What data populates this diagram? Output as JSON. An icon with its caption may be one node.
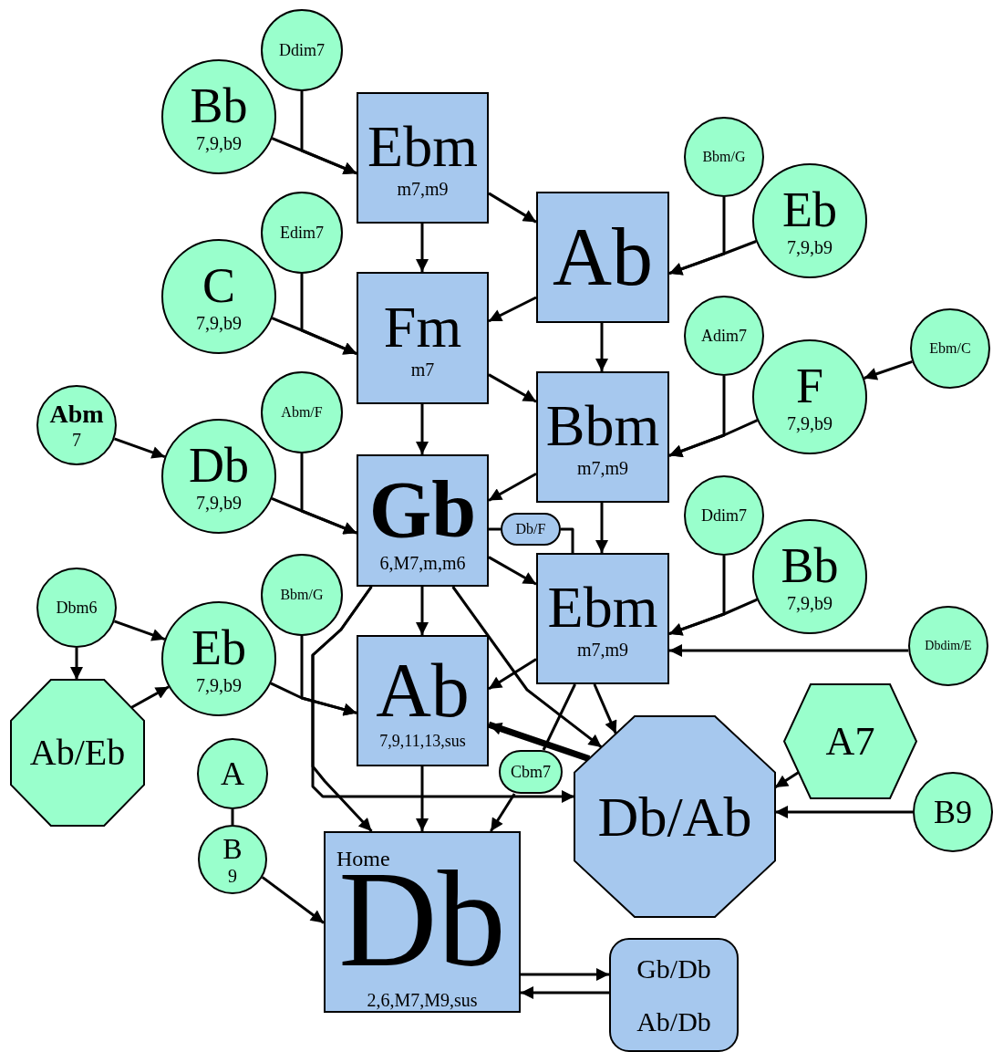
{
  "diagram": {
    "nodes": [
      {
        "text": [
          "Ddim7"
        ]
      },
      {
        "text": [
          "Bb",
          "7,9,b9"
        ]
      },
      {
        "text": [
          "Ebm",
          "m7,m9"
        ]
      },
      {
        "text": [
          "Ab"
        ]
      },
      {
        "text": [
          "Edim7"
        ]
      },
      {
        "text": [
          "C",
          "7,9,b9"
        ]
      },
      {
        "text": [
          "Fm",
          "m7"
        ]
      },
      {
        "text": [
          "Abm",
          "7"
        ]
      },
      {
        "text": [
          "Abm/F"
        ]
      },
      {
        "text": [
          "Db",
          "7,9,b9"
        ]
      },
      {
        "text": [
          "Gb",
          "6,M7,m,m6"
        ]
      },
      {
        "text": [
          "Dbm6"
        ]
      },
      {
        "text": [
          "Bbm/G"
        ]
      },
      {
        "text": [
          "Eb",
          "7,9,b9"
        ]
      },
      {
        "text": [
          "Ab/Eb"
        ]
      },
      {
        "text": [
          "Ab",
          "7,9,11,13,sus"
        ]
      },
      {
        "text": [
          "A"
        ]
      },
      {
        "text": [
          "B",
          "9"
        ]
      },
      {
        "text": [
          "Home",
          "Db",
          "2,6,M7,M9,sus"
        ]
      },
      {
        "text": [
          "Bbm/G"
        ]
      },
      {
        "text": [
          "Eb",
          "7,9,b9"
        ]
      },
      {
        "text": [
          "Adim7"
        ]
      },
      {
        "text": [
          "F",
          "7,9,b9"
        ]
      },
      {
        "text": [
          "Ebm/C"
        ]
      },
      {
        "text": [
          "Bbm",
          "m7,m9"
        ]
      },
      {
        "text": [
          "Db/F"
        ]
      },
      {
        "text": [
          "Ddim7"
        ]
      },
      {
        "text": [
          "Bb",
          "7,9,b9"
        ]
      },
      {
        "text": [
          "Ebm",
          "m7,m9"
        ]
      },
      {
        "text": [
          "Dbdim/E"
        ]
      },
      {
        "text": [
          "A7"
        ]
      },
      {
        "text": [
          "Cbm7"
        ]
      },
      {
        "text": [
          "Db/Ab"
        ]
      },
      {
        "text": [
          "B9"
        ]
      },
      {
        "text": [
          "Gb/Db",
          "Ab/Db"
        ]
      }
    ],
    "edges": [
      {
        "from": 0,
        "to": 2,
        "arrow": "to"
      },
      {
        "from": 1,
        "to": 2,
        "arrow": "to"
      },
      {
        "from": 2,
        "to": 3,
        "arrow": "to"
      },
      {
        "from": 2,
        "to": 6,
        "arrow": "to"
      },
      {
        "from": 3,
        "to": 6,
        "arrow": "to"
      },
      {
        "from": 3,
        "to": 24,
        "arrow": "to"
      },
      {
        "from": 4,
        "to": 6,
        "arrow": "to"
      },
      {
        "from": 5,
        "to": 6,
        "arrow": "to"
      },
      {
        "from": 6,
        "to": 24,
        "arrow": "to"
      },
      {
        "from": 6,
        "to": 10,
        "arrow": "to"
      },
      {
        "from": 24,
        "to": 10,
        "arrow": "to"
      },
      {
        "from": 24,
        "to": 28,
        "arrow": "to"
      },
      {
        "from": 7,
        "to": 9,
        "arrow": "to"
      },
      {
        "from": 8,
        "to": 10,
        "arrow": "to"
      },
      {
        "from": 9,
        "to": 10,
        "arrow": "to"
      },
      {
        "from": 10,
        "to": 25,
        "arrow": "none"
      },
      {
        "from": 25,
        "to": 28,
        "arrow": "none"
      },
      {
        "from": 10,
        "to": 28,
        "arrow": "to"
      },
      {
        "from": 10,
        "to": 15,
        "arrow": "to"
      },
      {
        "from": 10,
        "to": 32,
        "arrow": "to"
      },
      {
        "from": 10,
        "to": 32,
        "arrow": "to"
      },
      {
        "from": 10,
        "to": 18,
        "arrow": "to"
      },
      {
        "from": 28,
        "to": 15,
        "arrow": "to"
      },
      {
        "from": 28,
        "to": 32,
        "arrow": "to"
      },
      {
        "from": 28,
        "to": 31,
        "arrow": "none"
      },
      {
        "from": 32,
        "to": 15,
        "arrow": "to",
        "style": "thick"
      },
      {
        "from": 31,
        "to": 18,
        "arrow": "to"
      },
      {
        "from": 15,
        "to": 18,
        "arrow": "to"
      },
      {
        "from": 12,
        "to": 15,
        "arrow": "to"
      },
      {
        "from": 13,
        "to": 15,
        "arrow": "to"
      },
      {
        "from": 11,
        "to": 13,
        "arrow": "to"
      },
      {
        "from": 11,
        "to": 14,
        "arrow": "to"
      },
      {
        "from": 14,
        "to": 13,
        "arrow": "to"
      },
      {
        "from": 16,
        "to": 17,
        "arrow": "none"
      },
      {
        "from": 17,
        "to": 18,
        "arrow": "to"
      },
      {
        "from": 18,
        "to": 34,
        "arrow": "to"
      },
      {
        "from": 34,
        "to": 18,
        "arrow": "to"
      },
      {
        "from": 19,
        "to": 3,
        "arrow": "to"
      },
      {
        "from": 20,
        "to": 3,
        "arrow": "to"
      },
      {
        "from": 21,
        "to": 24,
        "arrow": "to"
      },
      {
        "from": 22,
        "to": 24,
        "arrow": "to"
      },
      {
        "from": 23,
        "to": 22,
        "arrow": "to"
      },
      {
        "from": 26,
        "to": 28,
        "arrow": "to"
      },
      {
        "from": 27,
        "to": 28,
        "arrow": "to"
      },
      {
        "from": 29,
        "to": 28,
        "arrow": "to"
      },
      {
        "from": 30,
        "to": 32,
        "arrow": "to"
      },
      {
        "from": 33,
        "to": 32,
        "arrow": "to"
      }
    ]
  }
}
